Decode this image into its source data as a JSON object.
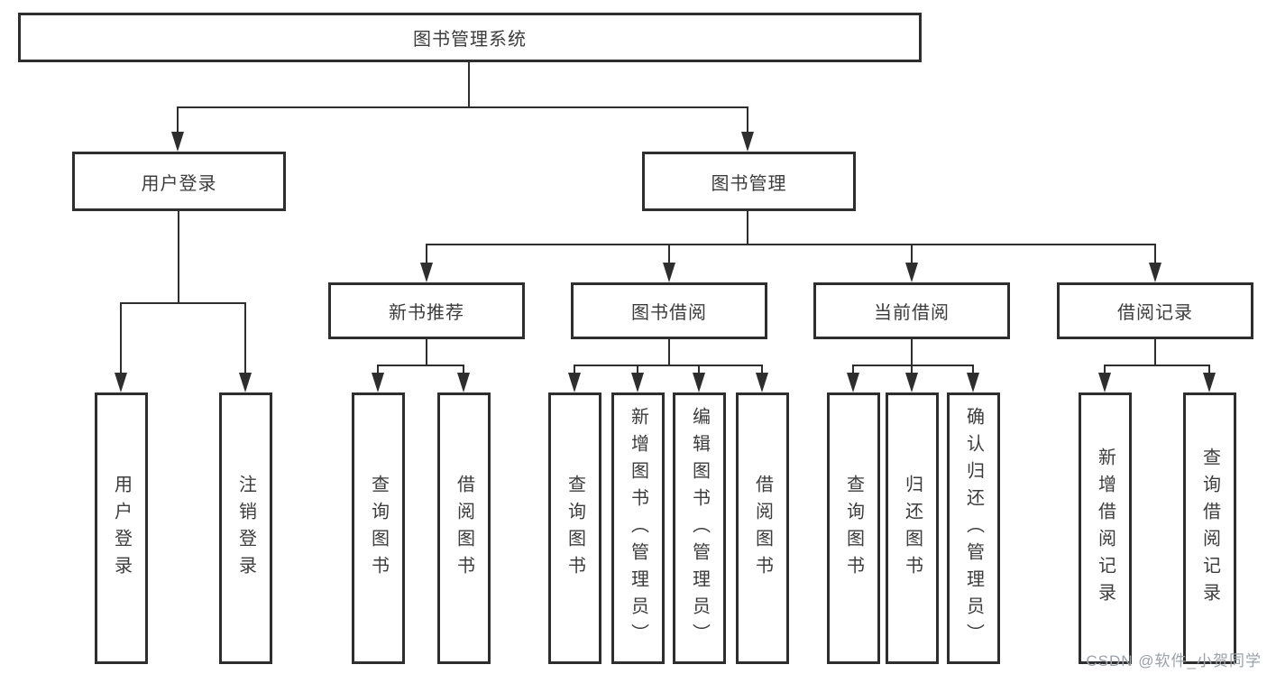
{
  "diagram": {
    "title": "图书管理系统",
    "user_login": {
      "label": "用户登录",
      "children": [
        "用户登录",
        "注销登录"
      ]
    },
    "book_management": {
      "label": "图书管理",
      "modules": [
        {
          "label": "新书推荐",
          "children": [
            "查询图书",
            "借阅图书"
          ]
        },
        {
          "label": "图书借阅",
          "children": [
            "查询图书",
            "新增图书（管理员）",
            "编辑图书（管理员）",
            "借阅图书"
          ]
        },
        {
          "label": "当前借阅",
          "children": [
            "查询图书",
            "归还图书",
            "确认归还（管理员）"
          ]
        },
        {
          "label": "借阅记录",
          "children": [
            "新增借阅记录",
            "查询借阅记录"
          ]
        }
      ]
    }
  },
  "watermark": "CSDN @软件_小贺同学",
  "colors": {
    "line": "#2e2e2e",
    "text": "#3c3c3c",
    "watermark": "#9ba1a9",
    "background": "#ffffff"
  }
}
